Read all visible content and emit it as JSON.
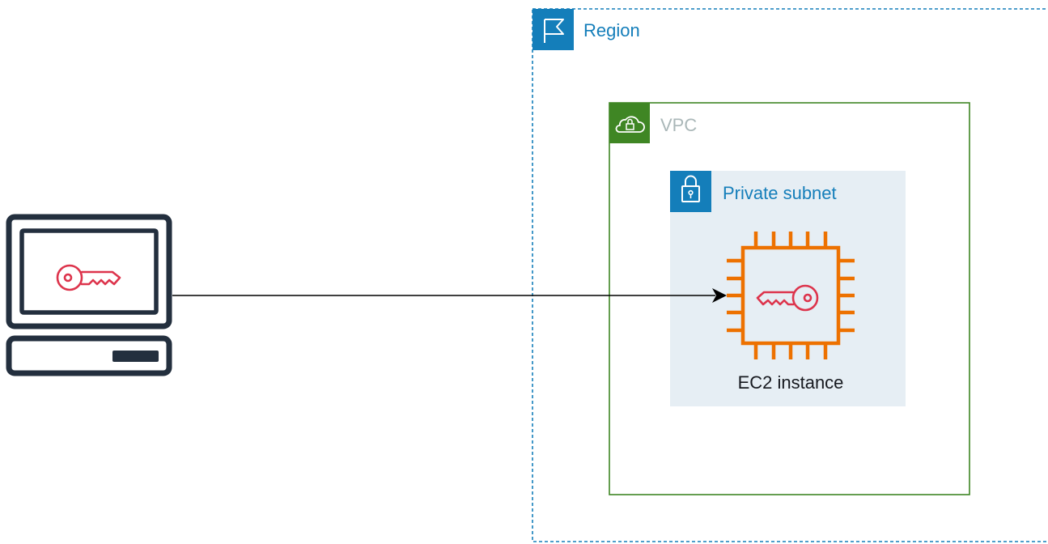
{
  "region": {
    "label": "Region",
    "icon": "flag-icon",
    "color": "#147eba"
  },
  "vpc": {
    "label": "VPC",
    "icon": "cloud-lock-icon",
    "color": "#3f8624",
    "label_color": "#aab7b8"
  },
  "subnet": {
    "label": "Private subnet",
    "icon": "padlock-icon",
    "color": "#147eba",
    "fill": "#e6eef4"
  },
  "instance": {
    "label": "EC2 instance",
    "icon": "chip-key-icon",
    "color": "#ed7100",
    "key_color": "#dd344c"
  },
  "client": {
    "icon": "computer-key-icon",
    "frame_color": "#232f3e",
    "key_color": "#dd344c"
  },
  "connector": {
    "from": "client",
    "to": "instance"
  }
}
